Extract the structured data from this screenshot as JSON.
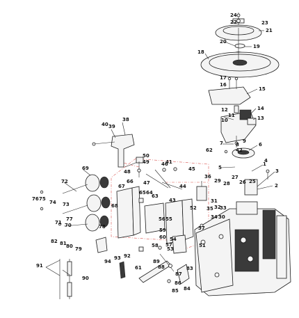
{
  "labels": [
    "1",
    "2",
    "3",
    "4",
    "5",
    "6",
    "7",
    "8",
    "9",
    "10",
    "11",
    "12",
    "13",
    "14",
    "15",
    "16",
    "17",
    "18",
    "19",
    "20",
    "21",
    "22",
    "23",
    "24",
    "25",
    "26",
    "27",
    "28",
    "29",
    "30",
    "31",
    "32",
    "33",
    "34",
    "35",
    "36",
    "37",
    "38",
    "39",
    "40",
    "41",
    "42",
    "43",
    "44",
    "45",
    "46",
    "47",
    "48",
    "49",
    "50",
    "51",
    "52",
    "53",
    "54",
    "55",
    "56",
    "57",
    "58",
    "59",
    "60",
    "61",
    "62",
    "63",
    "64",
    "65",
    "66",
    "67",
    "68",
    "69",
    "70",
    "71",
    "72",
    "73",
    "74",
    "75",
    "76",
    "77",
    "78",
    "79",
    "80",
    "81",
    "82",
    "83",
    "84",
    "85",
    "86",
    "87",
    "88",
    "89",
    "90",
    "91",
    "92",
    "93",
    "94"
  ],
  "colors": {
    "dash_line": "#d9534f",
    "ink": "#1a1a1a",
    "fill": "#f4f4f4",
    "dark": "#3a3a3a"
  }
}
